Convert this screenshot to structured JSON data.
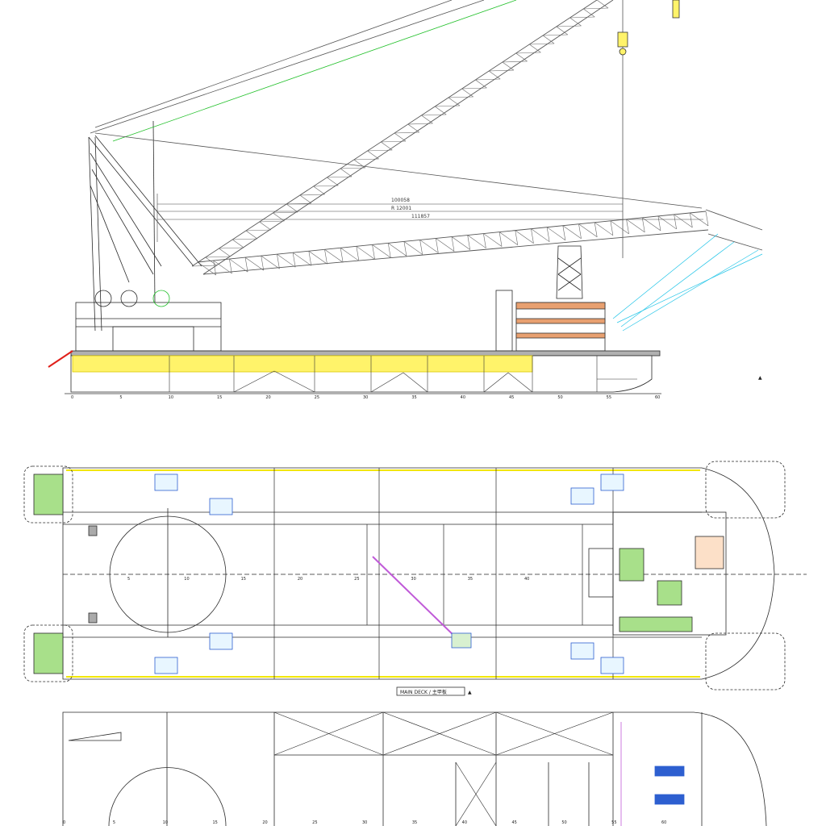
{
  "dimensions": {
    "d1": "100058",
    "d2": "R 12001",
    "d3": "111857"
  },
  "views": {
    "elevation": {
      "title": "",
      "frame_ticks": [
        "0",
        "5",
        "10",
        "15",
        "20",
        "25",
        "30",
        "35",
        "40",
        "45",
        "50",
        "55",
        "60"
      ]
    },
    "main_deck": {
      "title": "MAIN DECK / 主甲板",
      "frame_ticks": [
        "5",
        "10",
        "15",
        "20",
        "25",
        "30",
        "35",
        "40"
      ]
    },
    "tank_plan": {
      "title": "",
      "frame_ticks": [
        "0",
        "5",
        "10",
        "15",
        "20",
        "25",
        "30",
        "35",
        "40",
        "45",
        "50",
        "55",
        "60"
      ]
    }
  },
  "colors": {
    "line": "#2a2a2a",
    "hull_fill": "#fff36a",
    "boom": "#555555",
    "cyan_line": "#27c6e8",
    "green_line": "#22c02a",
    "red_accent": "#e0201a",
    "magenta": "#c05ad8",
    "blue": "#2d5fd0",
    "yellow_outline": "#f2e600"
  }
}
